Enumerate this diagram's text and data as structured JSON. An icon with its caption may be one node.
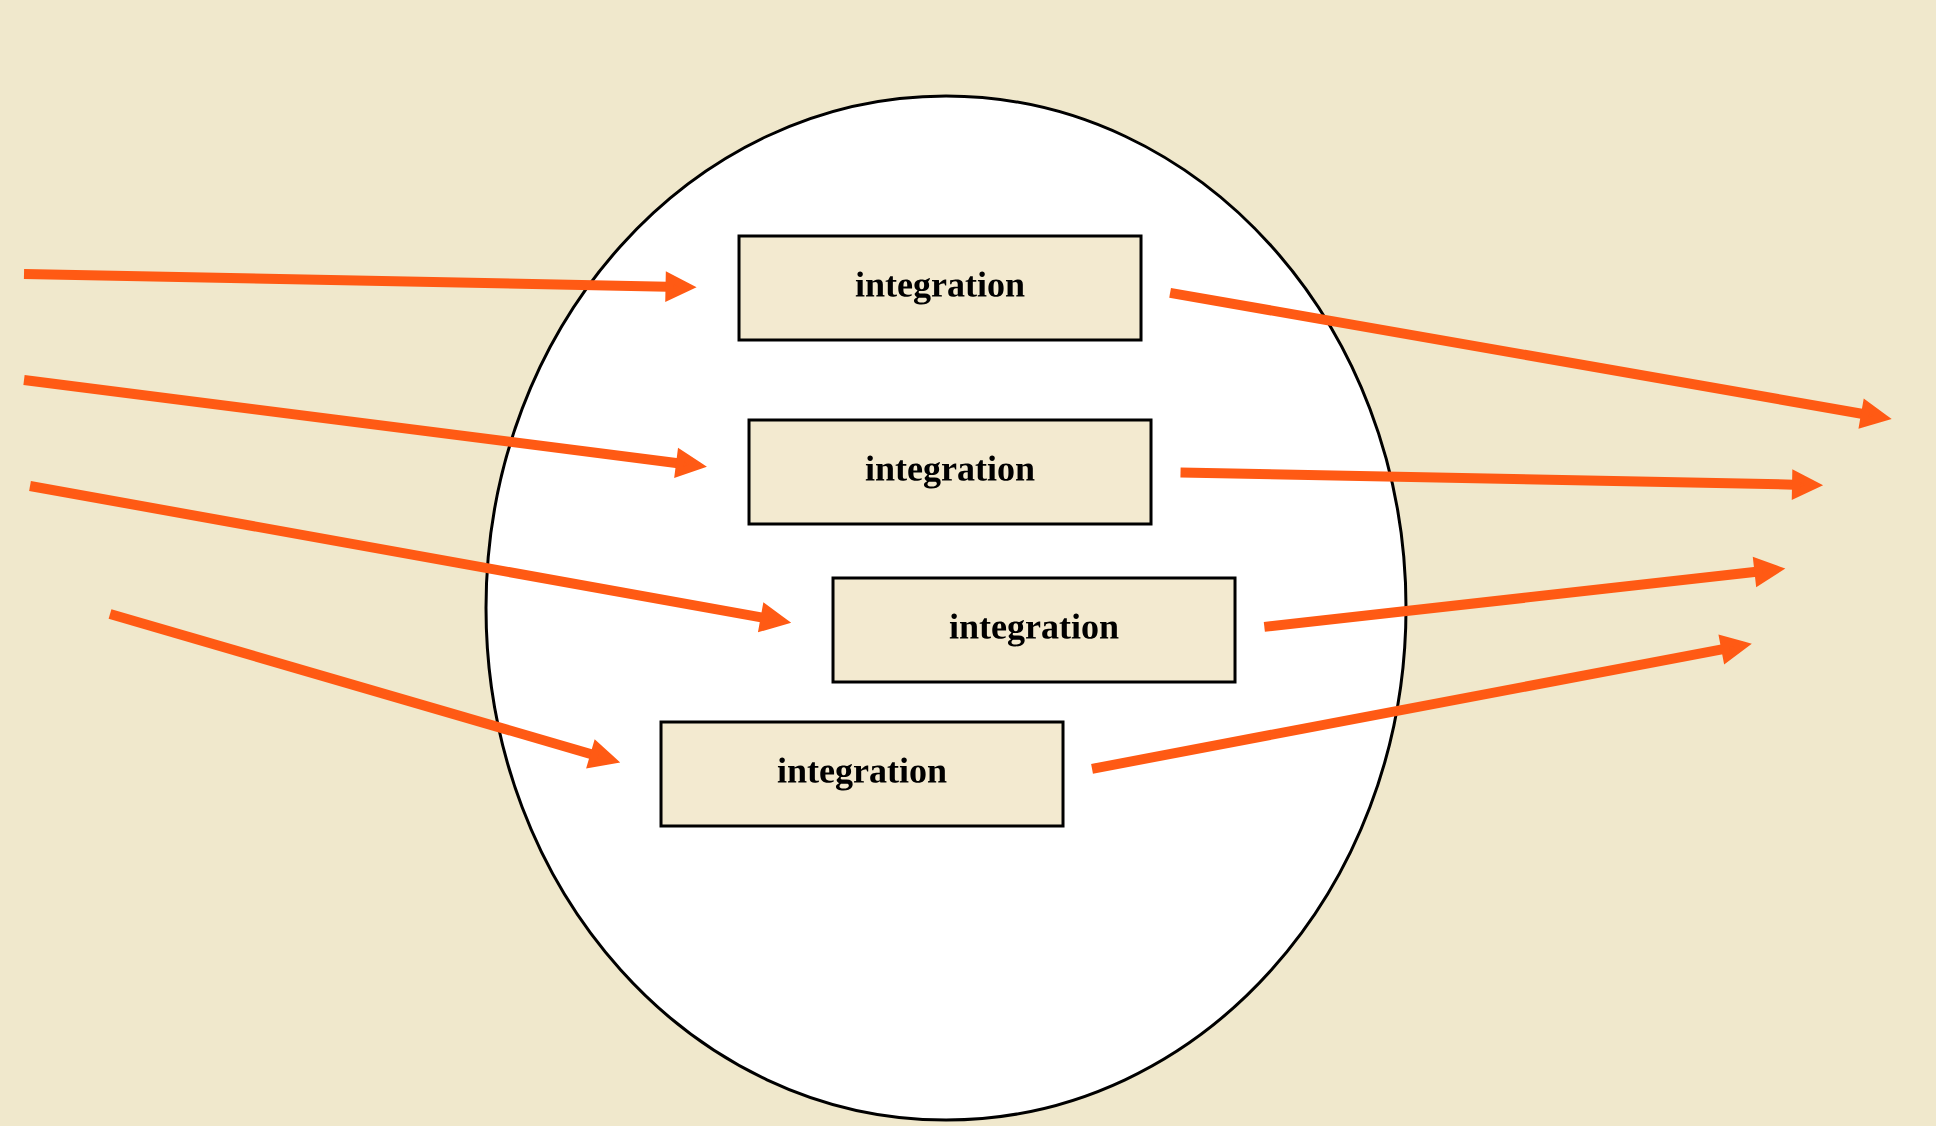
{
  "diagram": {
    "nodes": [
      {
        "text": [],
        "shape": "circle"
      },
      {
        "text": [
          "integration"
        ],
        "in": 0
      },
      {
        "text": [
          "integration"
        ],
        "in": 0
      },
      {
        "text": [
          "integration"
        ],
        "in": 0
      },
      {
        "text": [
          "integration"
        ],
        "in": 0
      }
    ],
    "edges": [
      {
        "from": null,
        "to": 1,
        "arrow": "to"
      },
      {
        "from": null,
        "to": 2,
        "arrow": "to"
      },
      {
        "from": null,
        "to": 3,
        "arrow": "to"
      },
      {
        "from": null,
        "to": 4,
        "arrow": "to"
      },
      {
        "from": 1,
        "to": null,
        "arrow": "to"
      },
      {
        "from": 2,
        "to": null,
        "arrow": "to"
      },
      {
        "from": 3,
        "to": null,
        "arrow": "to"
      },
      {
        "from": 4,
        "to": null,
        "arrow": "to"
      }
    ]
  }
}
